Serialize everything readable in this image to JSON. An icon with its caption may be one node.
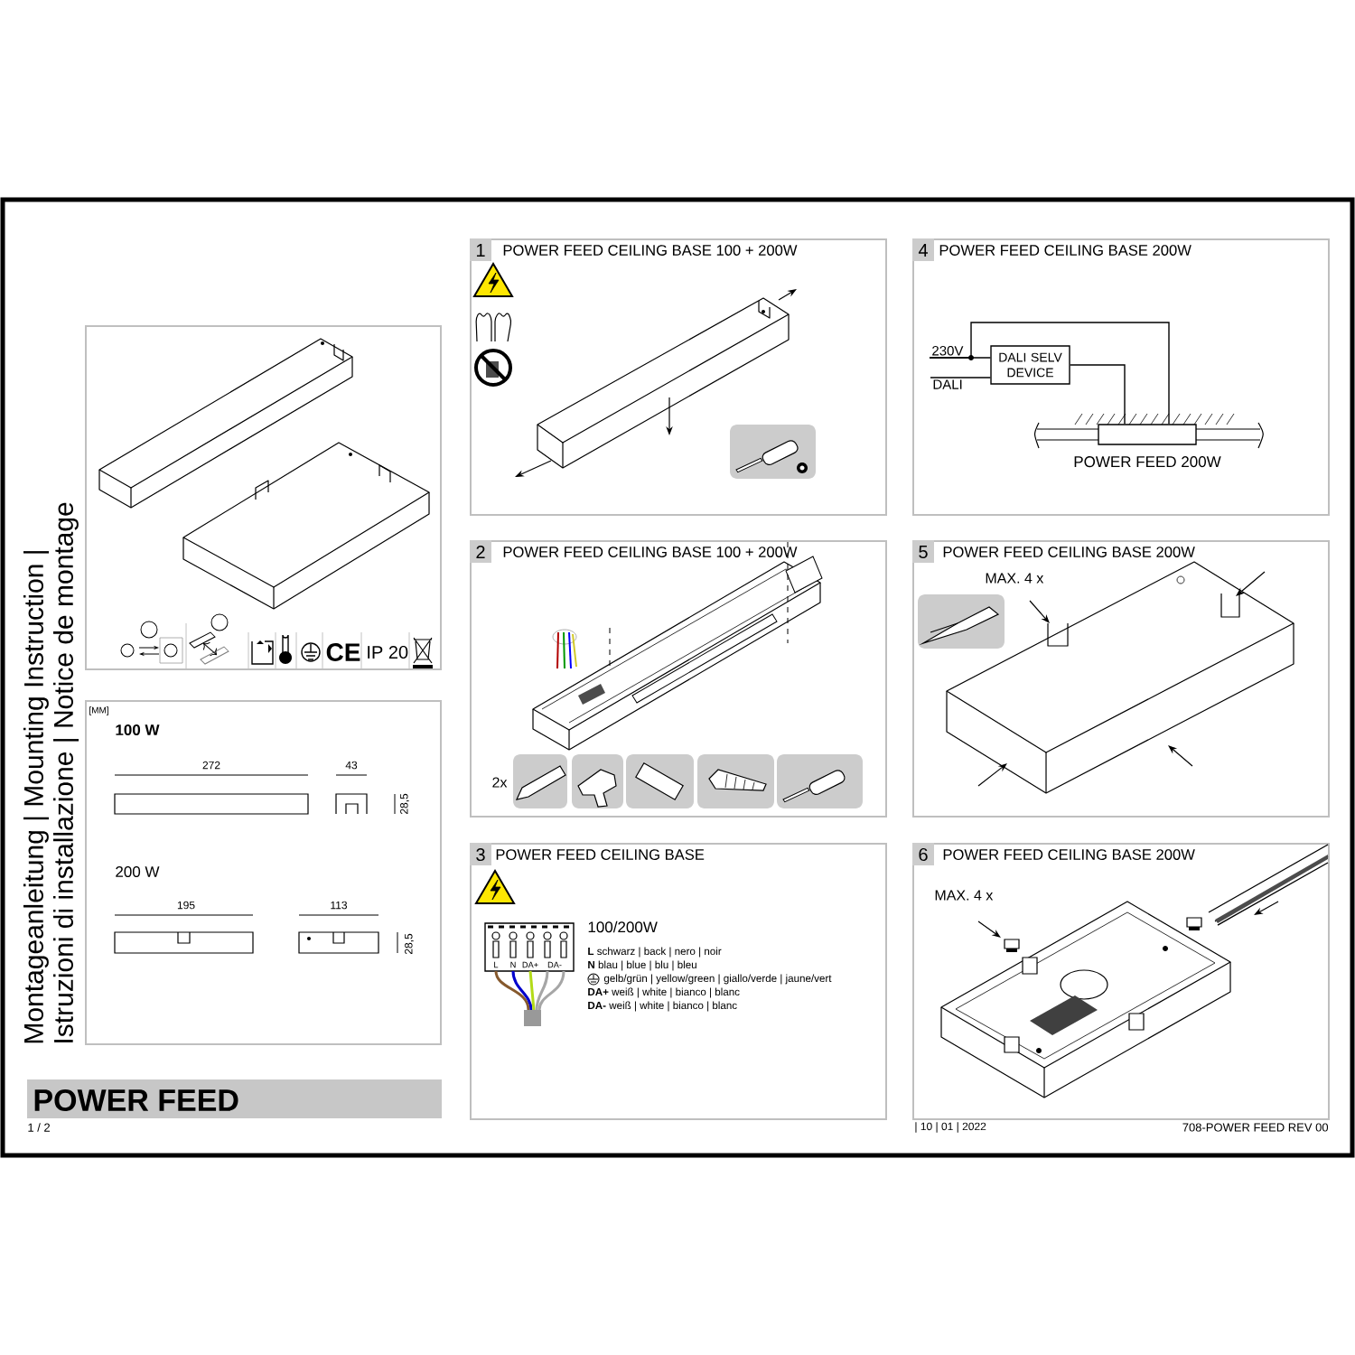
{
  "diagram": {
    "title": "POWER FEED",
    "nodes": [
      {
        "text": [
          "1",
          "POWER FEED CEILING BASE 100 + 200W"
        ]
      },
      {
        "text": [
          "2",
          "POWER FEED CEILING BASE 100 + 200W"
        ]
      },
      {
        "text": [
          "3",
          "POWER FEED CEILING BASE"
        ]
      },
      {
        "text": [
          "4",
          "POWER FEED CEILING BASE 200W"
        ]
      },
      {
        "text": [
          "5",
          "POWER FEED CEILING BASE 200W"
        ]
      },
      {
        "text": [
          "6",
          "POWER FEED CEILING BASE 200W"
        ]
      },
      {
        "text": [
          "DALI SELV DEVICE"
        ],
        "in": 3
      },
      {
        "text": [
          "POWER FEED 200W"
        ],
        "in": 3
      },
      {
        "text": [
          "230V"
        ],
        "in": 3
      },
      {
        "text": [
          "DALI"
        ],
        "in": 3
      }
    ],
    "edges": [
      {
        "from": 8,
        "to": 6,
        "arrow": "none"
      },
      {
        "from": 8,
        "to": 7,
        "arrow": "none"
      },
      {
        "from": 9,
        "to": 6,
        "arrow": "none"
      },
      {
        "from": 6,
        "to": 7,
        "arrow": "none"
      }
    ],
    "labels": [
      "Montageanleitung | Mounting Instruction |",
      "Istruzioni di installazione | Notice de montage",
      "CE",
      "IP 20",
      "[MM]",
      "100 W",
      "272",
      "43",
      "28,5",
      "200 W",
      "195",
      "113",
      "28,5",
      "1 / 2",
      "2x",
      "L",
      "N",
      "DA+",
      "DA-",
      "100/200W",
      "**L** schwarz | back | nero | noir",
      "**N** blau | blue | blu | bleu",
      "gelb/grün | yellow/green | giallo/verde | jaune/vert",
      "**DA+** weiß | white | bianco | blanc",
      "**DA-** weiß | white | bianco | blanc",
      "MAX. 4 x",
      "MAX. 4 x",
      "| 10 | 01 | 2022",
      "708-POWER FEED REV 00"
    ]
  }
}
